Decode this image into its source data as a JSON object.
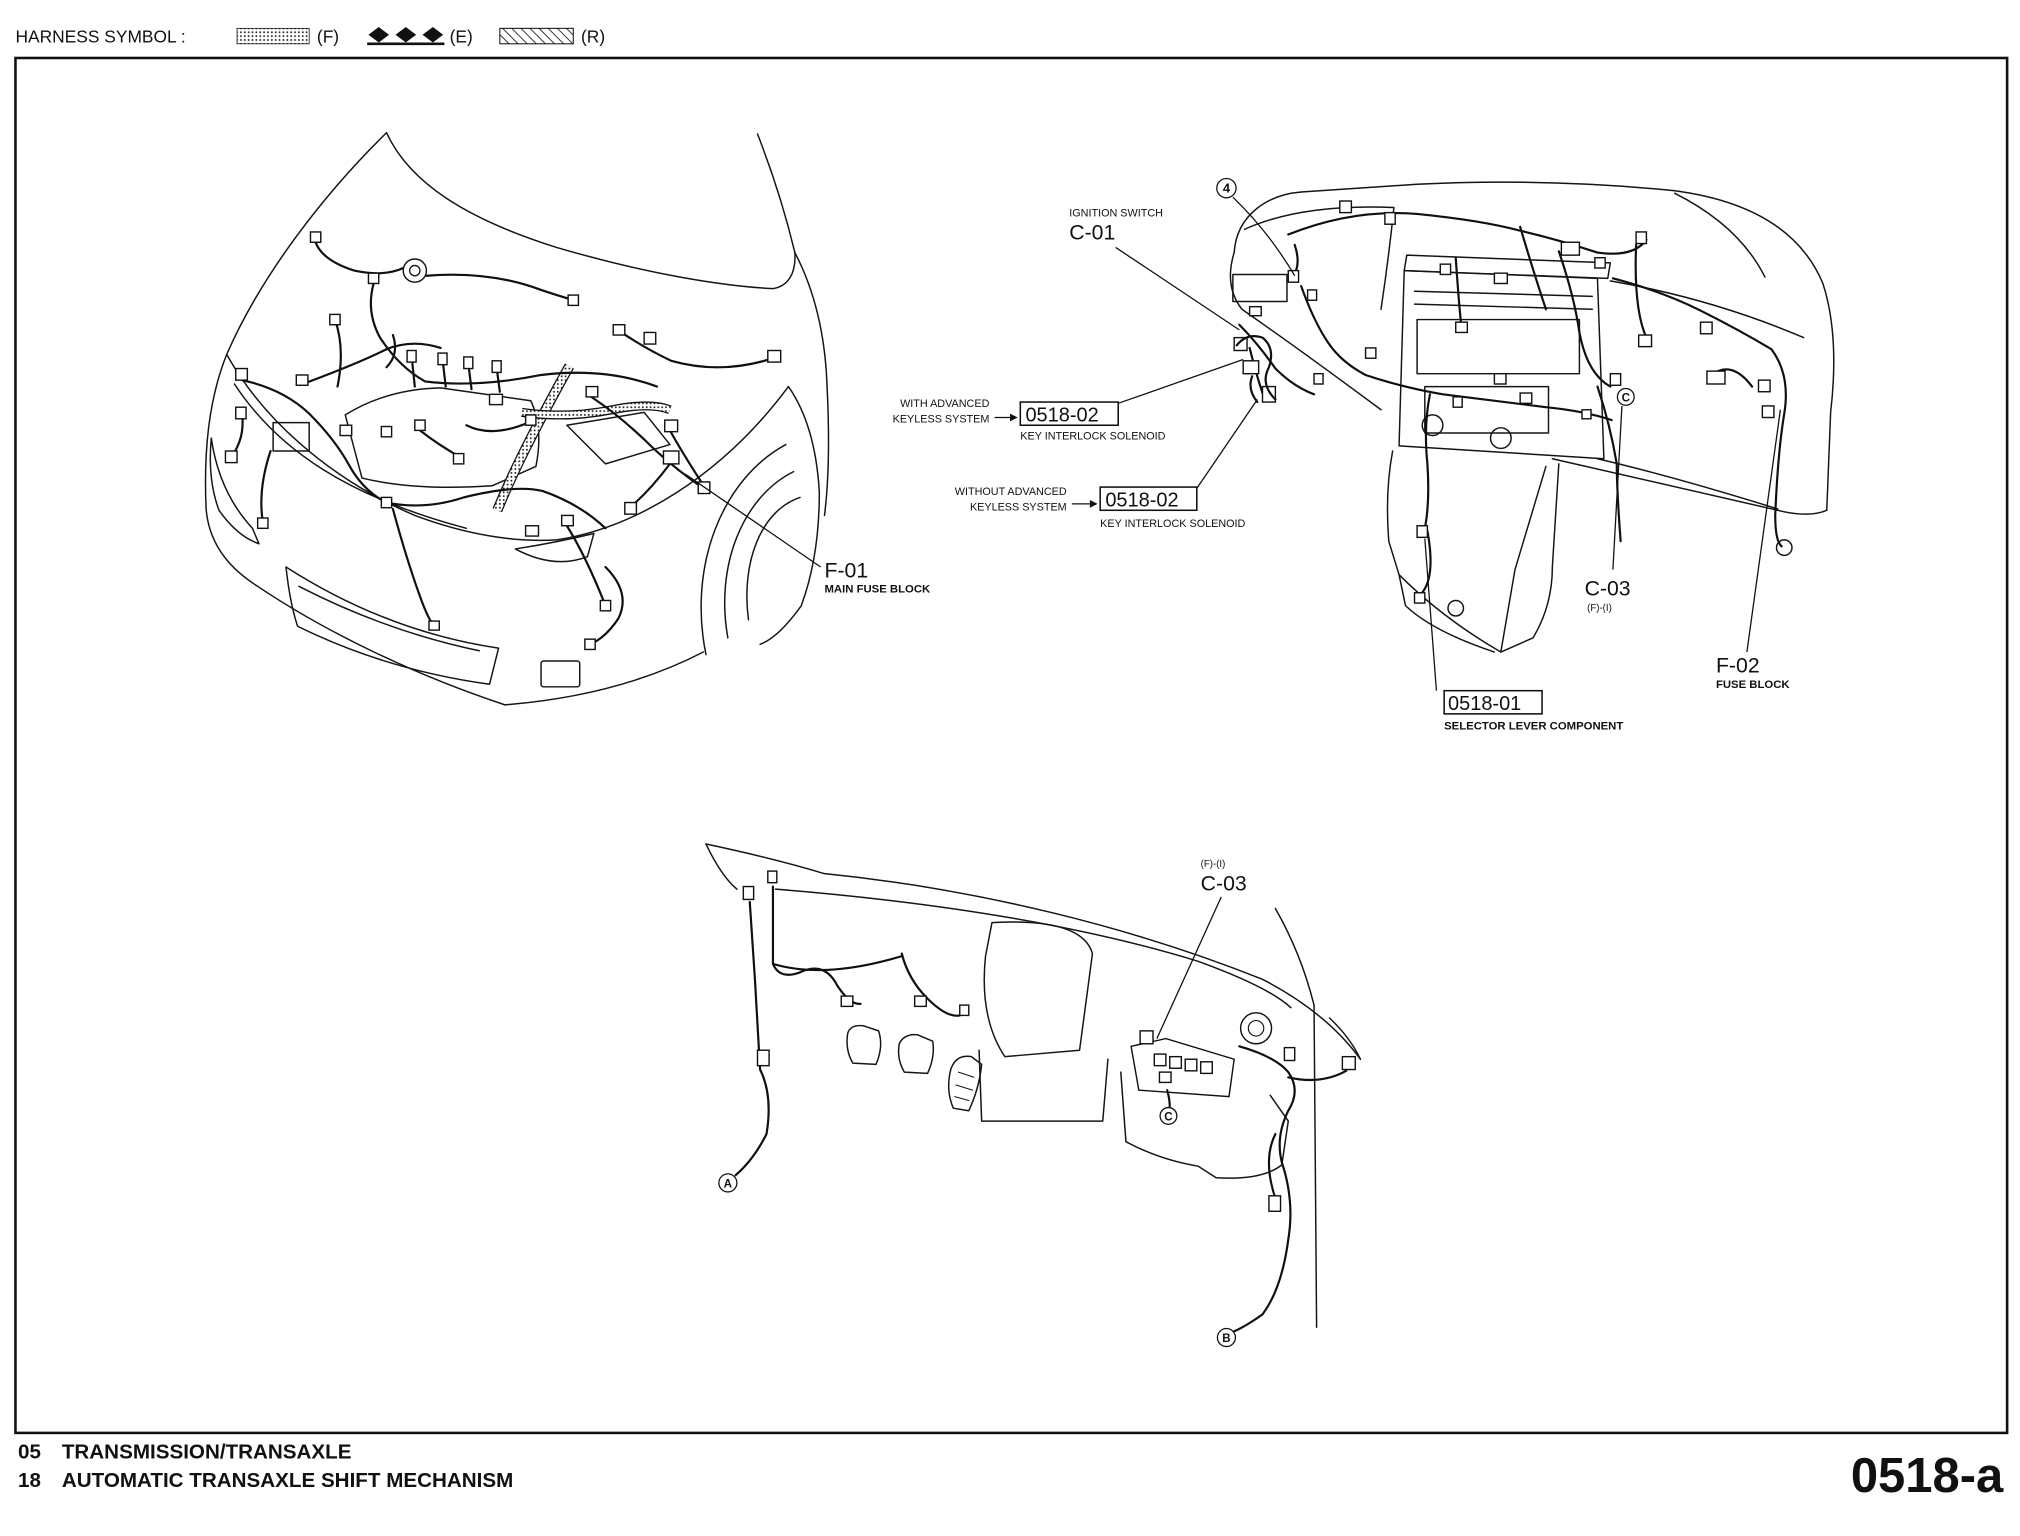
{
  "header": {
    "harness_symbol_label": "HARNESS SYMBOL :",
    "symbols": [
      {
        "code": "(F)",
        "pattern": "dotted-band"
      },
      {
        "code": "(E)",
        "pattern": "diamond-line"
      },
      {
        "code": "(R)",
        "pattern": "hatched-band"
      }
    ]
  },
  "callouts": {
    "ignition_switch": {
      "name": "IGNITION SWITCH",
      "code": "C-01"
    },
    "with_keyless": {
      "line1": "WITH ADVANCED",
      "line2": "KEYLESS SYSTEM",
      "code": "0518-02",
      "desc": "KEY INTERLOCK SOLENOID"
    },
    "without_keyless": {
      "line1": "WITHOUT ADVANCED",
      "line2": "KEYLESS SYSTEM",
      "code": "0518-02",
      "desc": "KEY INTERLOCK SOLENOID"
    },
    "main_fuse_block": {
      "code": "F-01",
      "desc": "MAIN FUSE BLOCK"
    },
    "fuse_block": {
      "code": "F-02",
      "desc": "FUSE BLOCK"
    },
    "c03_upper": {
      "code": "C-03",
      "harness": "(F)-(I)"
    },
    "c03_lower": {
      "code": "C-03",
      "harness": "(F)-(I)"
    },
    "selector_lever": {
      "code": "0518-01",
      "desc": "SELECTOR LEVER COMPONENT"
    }
  },
  "markers": {
    "four": "4",
    "c_upper": "C",
    "a": "A",
    "b": "B",
    "c_lower": "C"
  },
  "footer": {
    "section_num": "05",
    "section": "TRANSMISSION/TRANSAXLE",
    "subsection_num": "18",
    "subsection": "AUTOMATIC TRANSAXLE SHIFT MECHANISM",
    "page": "0518-a"
  }
}
